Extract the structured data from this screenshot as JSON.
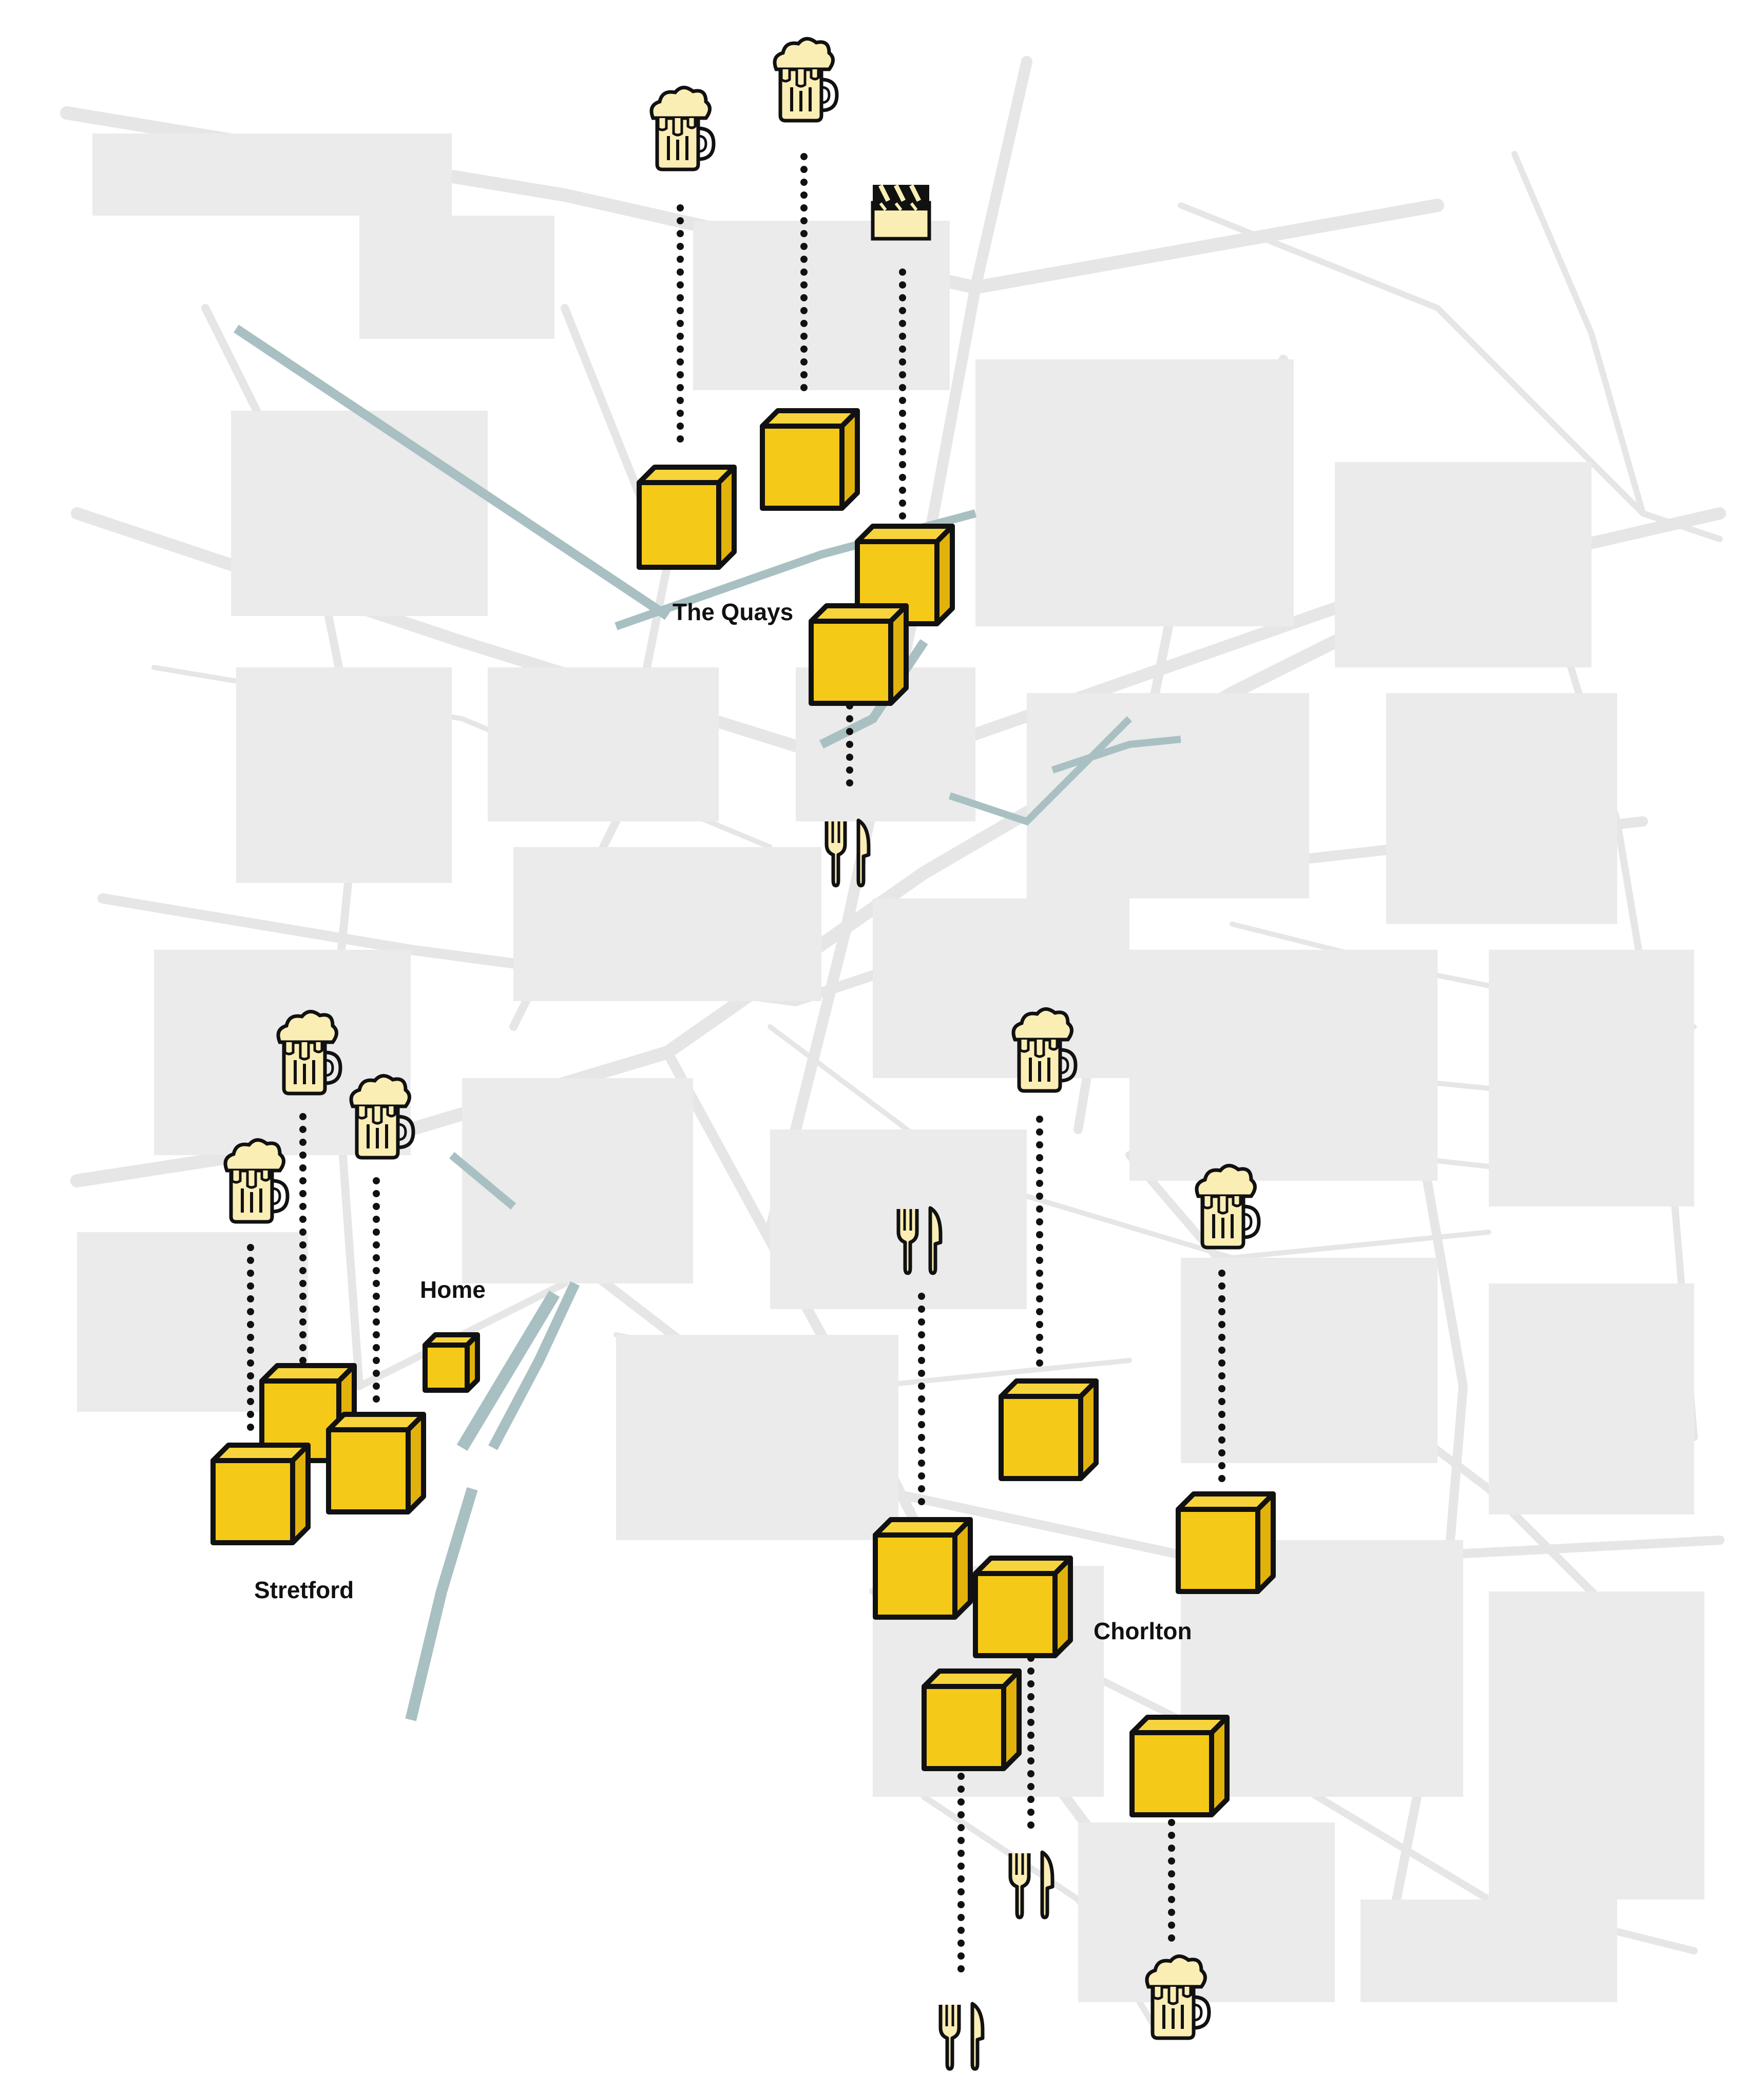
{
  "map": {
    "colors": {
      "background": "#ffffff",
      "streets": "#e6e6e6",
      "blocks": "#ebebeb",
      "water": "#a9c0c3",
      "venue_fill": "#f5c918",
      "venue_top": "#f8d43c",
      "venue_side": "#e2b20c",
      "outline": "#111111",
      "icon_fill": "#fbeeb5"
    },
    "labels": {
      "quays": "The Quays",
      "home": "Home",
      "stretford": "Stretford",
      "chorlton": "Chorlton"
    },
    "legend_icons": [
      "beer-icon",
      "cinema-clapperboard-icon",
      "cutlery-icon"
    ],
    "venues": [
      {
        "area": "The Quays",
        "type": "pub",
        "icon": "beer-icon"
      },
      {
        "area": "The Quays",
        "type": "pub",
        "icon": "beer-icon"
      },
      {
        "area": "The Quays",
        "type": "cinema",
        "icon": "cinema-clapperboard-icon"
      },
      {
        "area": "The Quays",
        "type": "restaurant",
        "icon": "cutlery-icon"
      },
      {
        "area": "Stretford",
        "type": "pub",
        "icon": "beer-icon"
      },
      {
        "area": "Stretford",
        "type": "pub",
        "icon": "beer-icon"
      },
      {
        "area": "Stretford",
        "type": "pub",
        "icon": "beer-icon"
      },
      {
        "area": "Stretford",
        "type": "home",
        "icon": ""
      },
      {
        "area": "Chorlton",
        "type": "pub",
        "icon": "beer-icon"
      },
      {
        "area": "Chorlton",
        "type": "pub",
        "icon": "beer-icon"
      },
      {
        "area": "Chorlton",
        "type": "restaurant",
        "icon": "cutlery-icon"
      },
      {
        "area": "Chorlton",
        "type": "restaurant",
        "icon": "cutlery-icon"
      },
      {
        "area": "Chorlton",
        "type": "restaurant",
        "icon": "cutlery-icon"
      },
      {
        "area": "Chorlton",
        "type": "pub",
        "icon": "beer-icon"
      }
    ]
  }
}
